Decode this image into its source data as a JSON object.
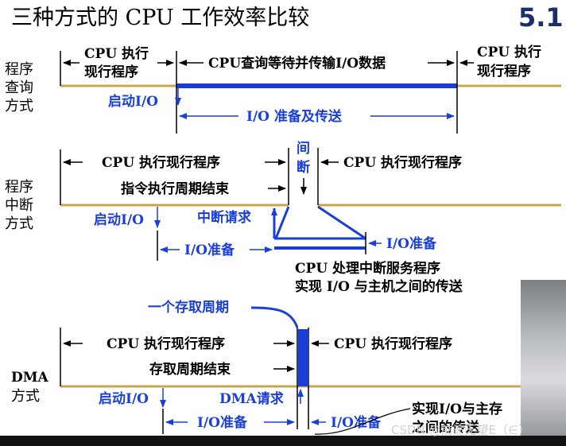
{
  "header": {
    "title": "三种方式的 CPU 工作效率比较",
    "section_number": "5.1"
  },
  "colors": {
    "timeline": "#c9a54b",
    "bus_activity": "#1a3fd8",
    "label_blue": "#1a3fd8",
    "text": "#000000"
  },
  "polling": {
    "mode_label": [
      "程序",
      "查询",
      "方式"
    ],
    "seg_left": [
      "CPU 执行",
      "现行程序"
    ],
    "seg_mid": "CPU查询等待并传输I/O数据",
    "seg_right": [
      "CPU  执行",
      "现行程序"
    ],
    "start_io": "启动I/O",
    "io_prep_transfer": "I/O 准备及传送"
  },
  "interrupt": {
    "mode_label": [
      "程序",
      "中断",
      "方式"
    ],
    "gap_label": [
      "间",
      "断"
    ],
    "seg_left": "CPU  执行现行程序",
    "seg_right": "CPU  执行现行程序",
    "instr_end": "指令执行周期结束",
    "start_io": "启动I/O",
    "interrupt_request": "中断请求",
    "io_prep_left": "I/O准备",
    "io_prep_right": "I/O准备",
    "isr_lines": [
      "CPU 处理中断服务程序",
      "实现 I/O 与主机之间的传送"
    ]
  },
  "dma": {
    "mode_label": [
      "DMA",
      "方式"
    ],
    "one_cycle": "一个存取周期",
    "seg_left": "CPU  执行现行程序",
    "seg_right": "CPU  执行现行程序",
    "access_end": "存取周期结束",
    "start_io": "启动I/O",
    "dma_request": "DMA请求",
    "io_prep_left": "I/O准备",
    "io_prep_right": "I/O准备",
    "transfer_lines": [
      "实现I/O与主存",
      "之间的传送"
    ]
  },
  "watermark": "CSDN @前途无望E（∈）"
}
